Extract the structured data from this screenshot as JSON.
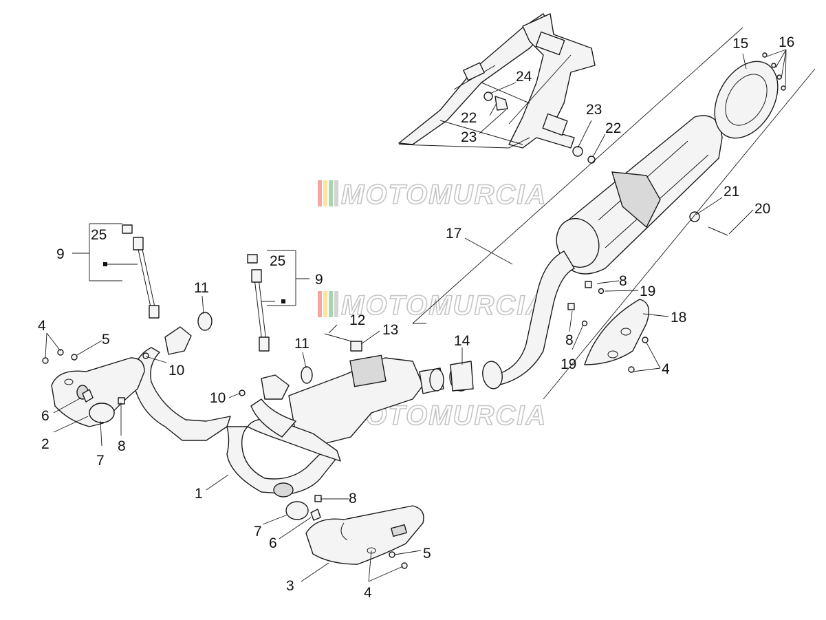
{
  "watermark": {
    "text": "MOTOMURCIA",
    "stripe_colors": [
      "#e53935",
      "#fbc02d",
      "#43a047",
      "#9e9e9e"
    ]
  },
  "callouts": [
    {
      "id": "c15",
      "label": "15"
    },
    {
      "id": "c16",
      "label": "16"
    },
    {
      "id": "c24",
      "label": "24"
    },
    {
      "id": "c22a",
      "label": "22"
    },
    {
      "id": "c23a",
      "label": "23"
    },
    {
      "id": "c23b",
      "label": "23"
    },
    {
      "id": "c22b",
      "label": "22"
    },
    {
      "id": "c21",
      "label": "21"
    },
    {
      "id": "c20",
      "label": "20"
    },
    {
      "id": "c17",
      "label": "17"
    },
    {
      "id": "c25a",
      "label": "25"
    },
    {
      "id": "c9a",
      "label": "9"
    },
    {
      "id": "c25b",
      "label": "25"
    },
    {
      "id": "c9b",
      "label": "9"
    },
    {
      "id": "c11a",
      "label": "11"
    },
    {
      "id": "c11b",
      "label": "11"
    },
    {
      "id": "c12",
      "label": "12"
    },
    {
      "id": "c13",
      "label": "13"
    },
    {
      "id": "c14",
      "label": "14"
    },
    {
      "id": "c8a",
      "label": "8"
    },
    {
      "id": "c19a",
      "label": "19"
    },
    {
      "id": "c18",
      "label": "18"
    },
    {
      "id": "c8b",
      "label": "8"
    },
    {
      "id": "c19b",
      "label": "19"
    },
    {
      "id": "c4a",
      "label": "4"
    },
    {
      "id": "c4b",
      "label": "4"
    },
    {
      "id": "c5a",
      "label": "5"
    },
    {
      "id": "c10a",
      "label": "10"
    },
    {
      "id": "c10b",
      "label": "10"
    },
    {
      "id": "c6a",
      "label": "6"
    },
    {
      "id": "c2",
      "label": "2"
    },
    {
      "id": "c7a",
      "label": "7"
    },
    {
      "id": "c8c",
      "label": "8"
    },
    {
      "id": "c1",
      "label": "1"
    },
    {
      "id": "c8d",
      "label": "8"
    },
    {
      "id": "c7b",
      "label": "7"
    },
    {
      "id": "c6b",
      "label": "6"
    },
    {
      "id": "c5b",
      "label": "5"
    },
    {
      "id": "c3",
      "label": "3"
    },
    {
      "id": "c4c",
      "label": "4"
    }
  ]
}
